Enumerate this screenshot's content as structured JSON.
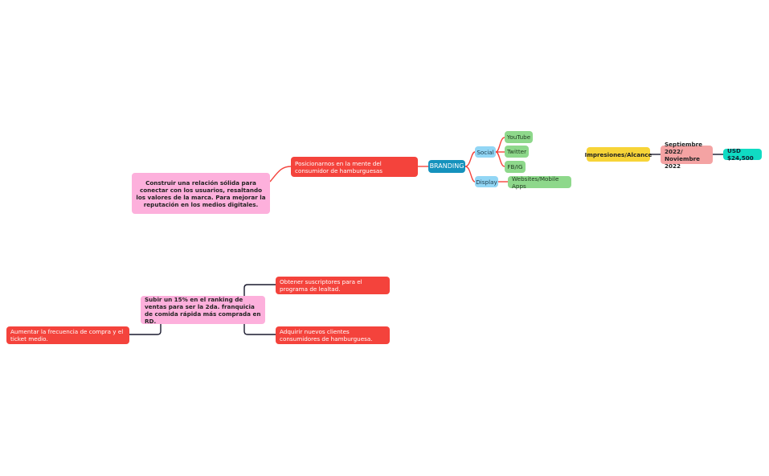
{
  "nodes": {
    "objective1": "Construir una relación sólida para conectar con los usuarios, resaltando los valores de la marca. Para mejorar la reputación en los medios digitales.",
    "goal1": "Posicionarnos en la mente del consumidor de hamburguesas",
    "branding": "BRANDING",
    "social": "Social",
    "display": "Display",
    "youtube": "YouTube",
    "twitter": "Twitter",
    "fbig": "FB/IG",
    "websites": "Websites/Mobile Apps",
    "impresiones": "Impresiones/Alcance",
    "fechas": "Septiembre 2022/ Noviembre 2022",
    "presupuesto": "USD $24,500",
    "objective2": "Subir un 15% en el ranking de ventas para ser la 2da. franquicia de comida rápida más comprada en RD.",
    "goal2a": "Obtener suscriptores para el programa de lealtad.",
    "goal2b": "Adquirir nuevos clientes consumidores de hamburguesa.",
    "goal2c": "Aumentar la frecuencia de compra y el ticket medio."
  },
  "colors": {
    "pink": "#fdb0dc",
    "red": "#f4433c",
    "branding": "#1592bd",
    "channel": "#92d6f5",
    "platform": "#8ed88b",
    "kpi": "#f7d438",
    "date": "#f4a3a3",
    "budget": "#10dbc3",
    "edge_red": "#f4433c",
    "edge_dark": "#1a1a2e"
  }
}
